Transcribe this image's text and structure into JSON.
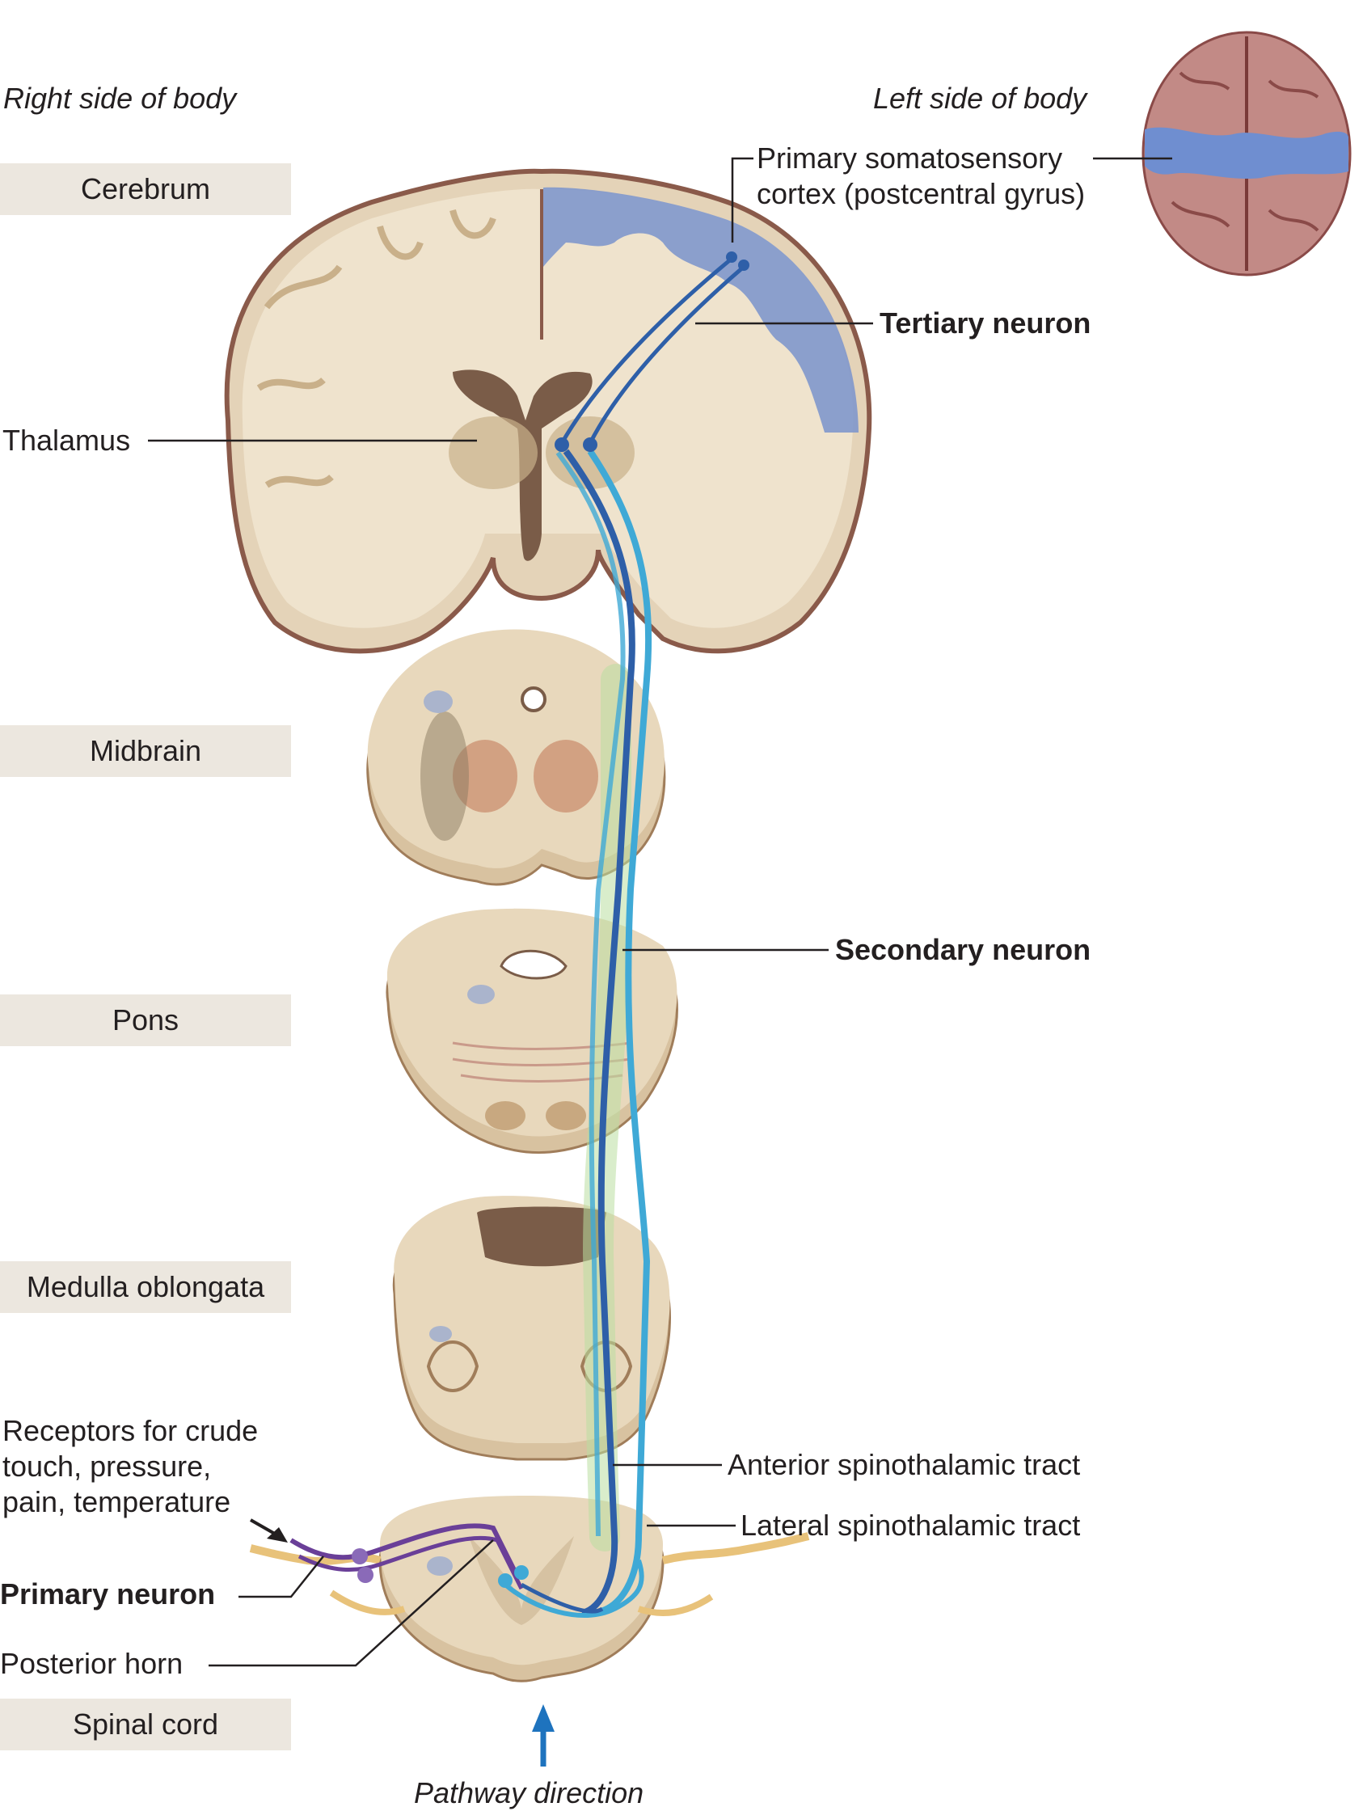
{
  "sides": {
    "right": "Right side of body",
    "left": "Left side of body"
  },
  "levels": {
    "cerebrum": "Cerebrum",
    "midbrain": "Midbrain",
    "pons": "Pons",
    "medulla": "Medulla oblongata",
    "spinal_cord": "Spinal cord"
  },
  "labels": {
    "cortex_line1": "Primary somatosensory",
    "cortex_line2": "cortex (postcentral gyrus)",
    "tertiary": "Tertiary neuron",
    "thalamus": "Thalamus",
    "secondary": "Secondary neuron",
    "anterior_tract": "Anterior spinothalamic tract",
    "lateral_tract": "Lateral spinothalamic tract",
    "receptors_line1": "Receptors for crude",
    "receptors_line2": "touch, pressure,",
    "receptors_line3": "pain, temperature",
    "primary": "Primary neuron",
    "posterior_horn": "Posterior horn",
    "pathway": "Pathway direction"
  },
  "colors": {
    "tissue": "#e4d3b8",
    "white_matter": "#efe3cd",
    "cortex_highlight": "#7f97cc",
    "label_box": "#ece7df",
    "tract_light": "#3fa9d6",
    "tract_dark": "#2e5fa8",
    "tract_green": "#b9dfa0",
    "primary_neuron": "#6a3f98",
    "arrow": "#1e73be",
    "nerve": "#e8c27a"
  }
}
